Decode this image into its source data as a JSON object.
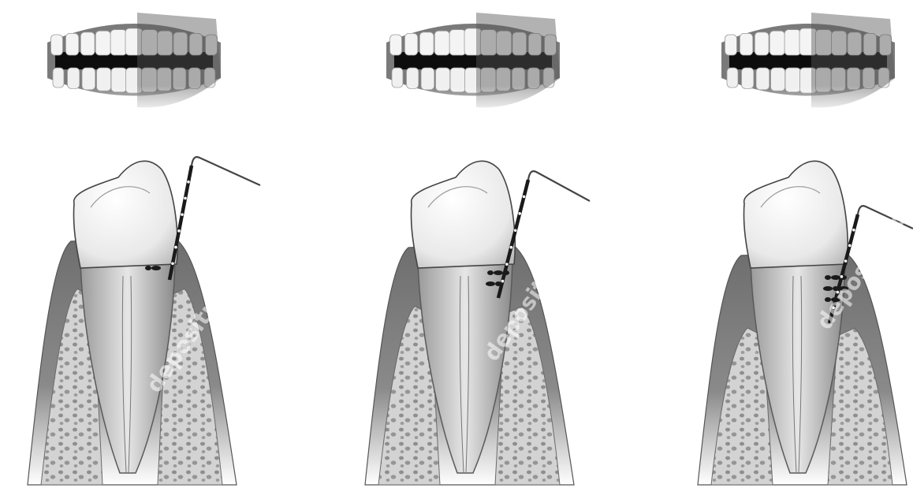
{
  "figure": {
    "stages": [
      {
        "id": "stage-1",
        "bone_loss": 0.15
      },
      {
        "id": "stage-2",
        "bone_loss": 0.35
      },
      {
        "id": "stage-3",
        "bone_loss": 0.6
      }
    ],
    "watermarks": [
      "depositphotos",
      "depositphotos",
      "depositphotos"
    ]
  }
}
